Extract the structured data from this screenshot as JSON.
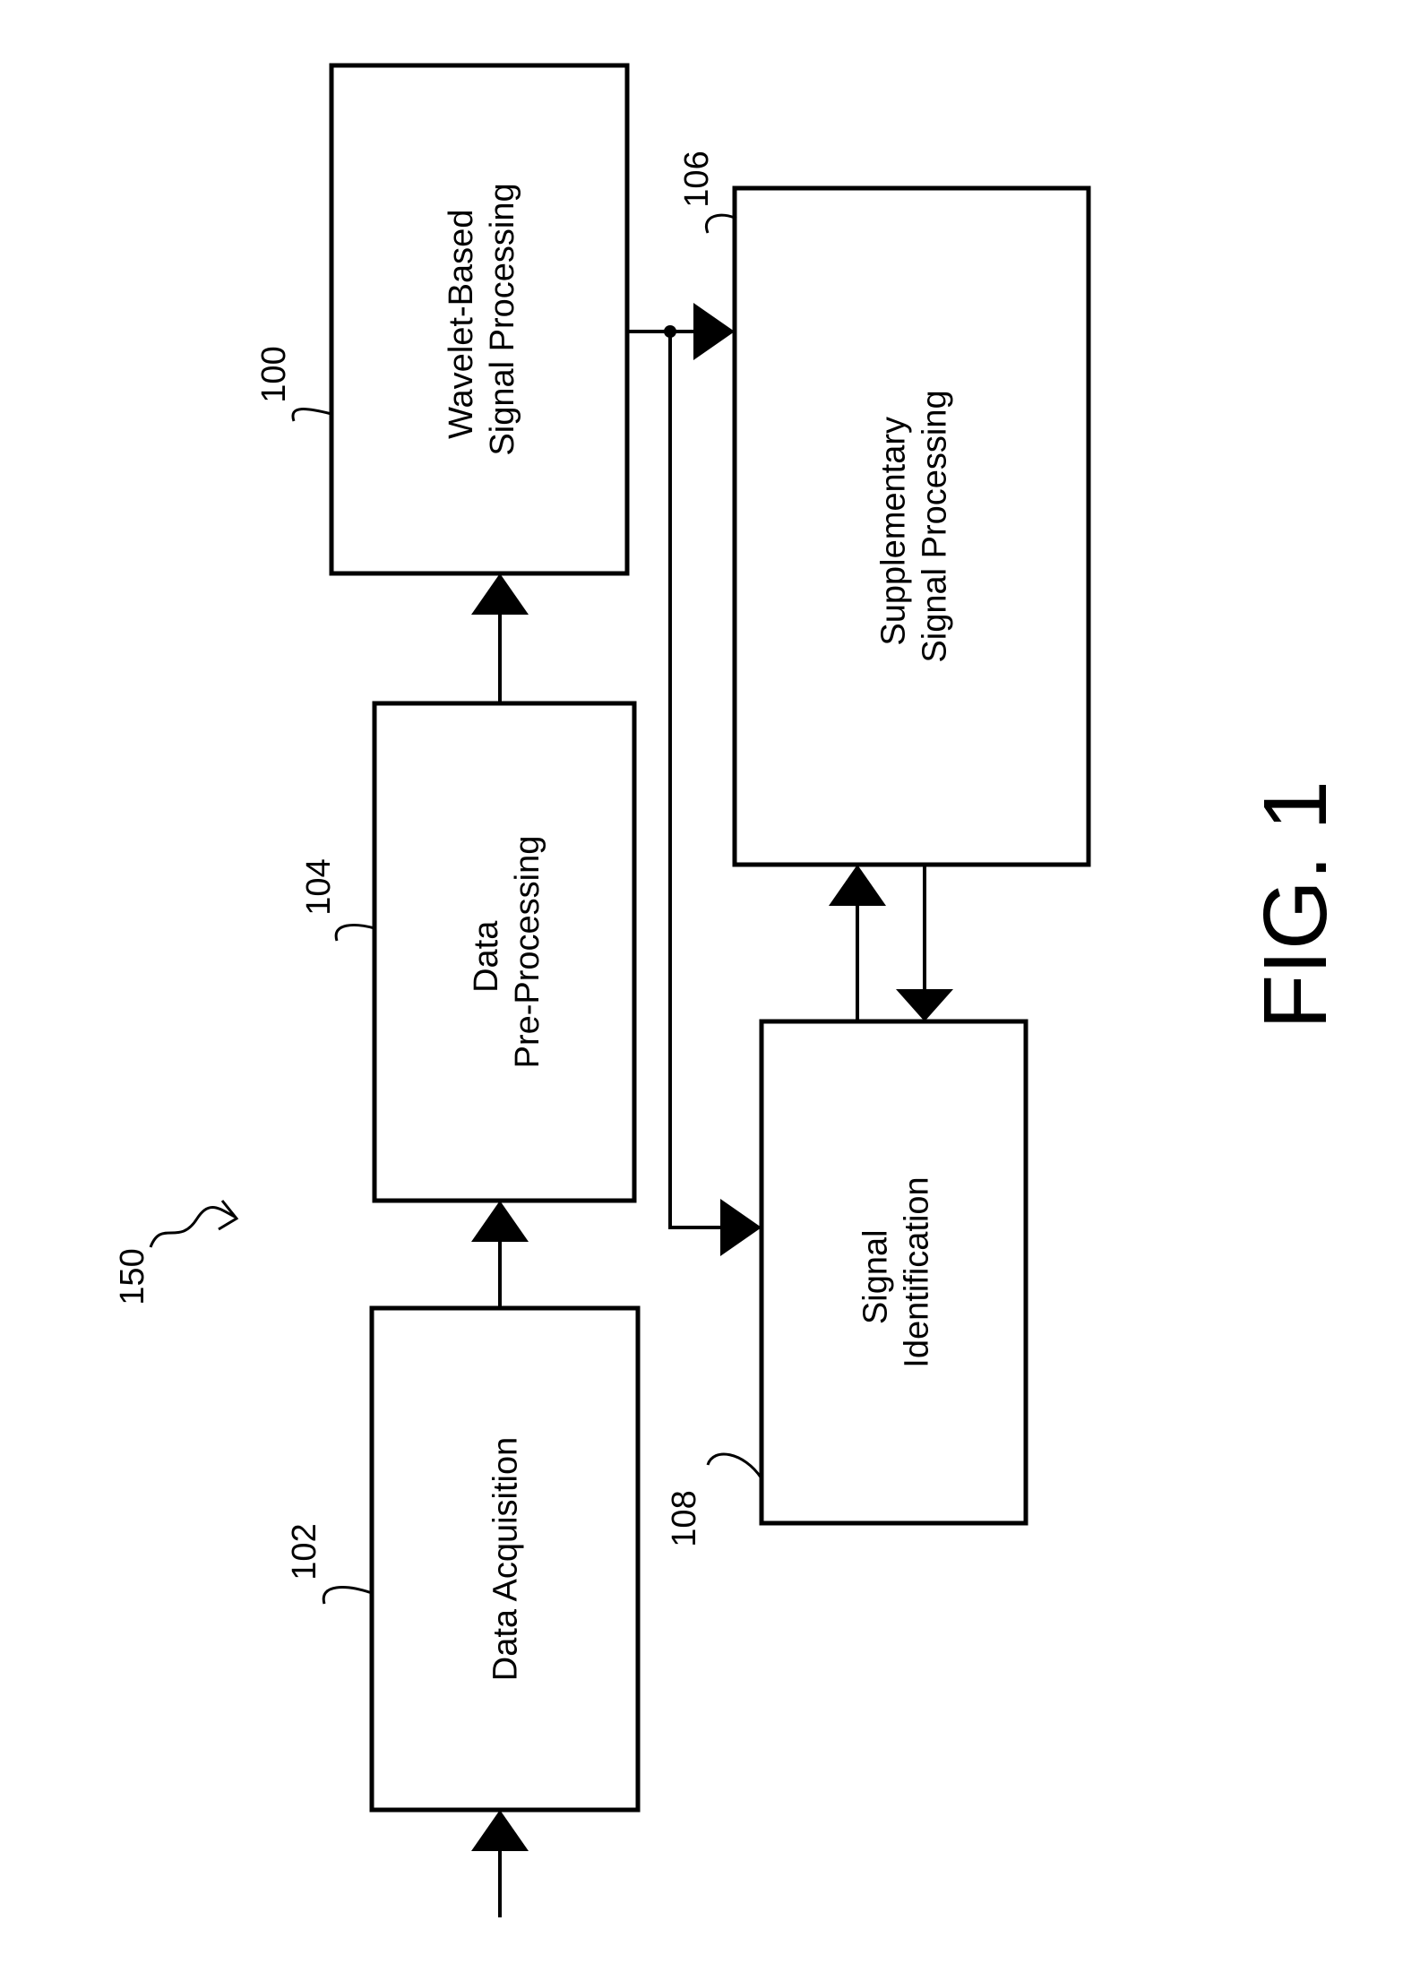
{
  "figure": {
    "label": "FIG. 1",
    "system_ref": "150"
  },
  "blocks": {
    "data_acquisition": {
      "ref": "102",
      "lines": [
        "Data Acquisition"
      ]
    },
    "data_preprocessing": {
      "ref": "104",
      "lines": [
        "Data",
        "Pre-Processing"
      ]
    },
    "wavelet_processing": {
      "ref": "100",
      "lines": [
        "Wavelet-Based",
        "Signal Processing"
      ]
    },
    "supplementary_processing": {
      "ref": "106",
      "lines": [
        "Supplementary",
        "Signal Processing"
      ]
    },
    "signal_identification": {
      "ref": "108",
      "lines": [
        "Signal",
        "Identification"
      ]
    }
  },
  "colors": {
    "stroke": "#000000",
    "background": "#ffffff"
  }
}
